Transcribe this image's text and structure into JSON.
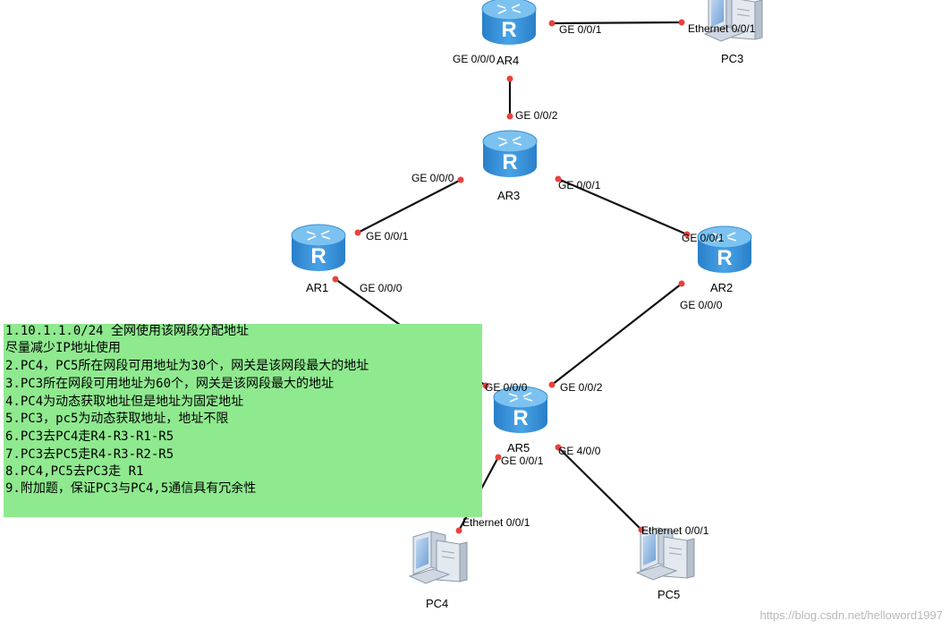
{
  "devices": {
    "ar4": {
      "name": "AR4",
      "icon": "router-icon"
    },
    "ar3": {
      "name": "AR3",
      "icon": "router-icon"
    },
    "ar1": {
      "name": "AR1",
      "icon": "router-icon"
    },
    "ar2": {
      "name": "AR2",
      "icon": "router-icon"
    },
    "ar5": {
      "name": "AR5",
      "icon": "router-icon"
    },
    "pc3": {
      "name": "PC3",
      "icon": "pc-icon"
    },
    "pc4": {
      "name": "PC4",
      "icon": "pc-icon"
    },
    "pc5": {
      "name": "PC5",
      "icon": "pc-icon"
    }
  },
  "ports": {
    "ar4_ge001": "GE 0/0/1",
    "pc3_eth": "Ethernet 0/0/1",
    "ar4_ge000": "GE 0/0/0",
    "ar3_ge002": "GE 0/0/2",
    "ar3_ge000": "GE 0/0/0",
    "ar3_ge001": "GE 0/0/1",
    "ar1_ge001": "GE 0/0/1",
    "ar1_ge000": "GE 0/0/0",
    "ar2_ge001": "GE 0/0/1",
    "ar2_ge000": "GE 0/0/0",
    "ar5_ge000": "GE 0/0/0",
    "ar5_ge002": "GE 0/0/2",
    "ar5_ge001": "GE 0/0/1",
    "ar5_ge400": "GE 4/0/0",
    "pc4_eth": "Ethernet 0/0/1",
    "pc5_eth": "Ethernet 0/0/1"
  },
  "note": {
    "lines": [
      "1.10.1.1.0/24 全网使用该网段分配地址",
      "  尽量减少IP地址使用",
      "2.PC4，PC5所在网段可用地址为30个，网关是该网段最大的地址",
      "3.PC3所在网段可用地址为60个，网关是该网段最大的地址",
      "4.PC4为动态获取地址但是地址为固定地址",
      "5.PC3，pc5为动态获取地址，地址不限",
      "6.PC3去PC4走R4-R3-R1-R5",
      "7.PC3去PC5走R4-R3-R2-R5",
      "8.PC4,PC5去PC3走 R1",
      "9.附加题，保证PC3与PC4,5通信具有冗余性"
    ]
  },
  "watermark": "https://blog.csdn.net/helloword1997",
  "colors": {
    "link": "#111111",
    "port_dot": "#e8423c",
    "router_body": "#2f8fd8",
    "router_top": "#63b4ec",
    "note_bg": "#8fe98f"
  }
}
